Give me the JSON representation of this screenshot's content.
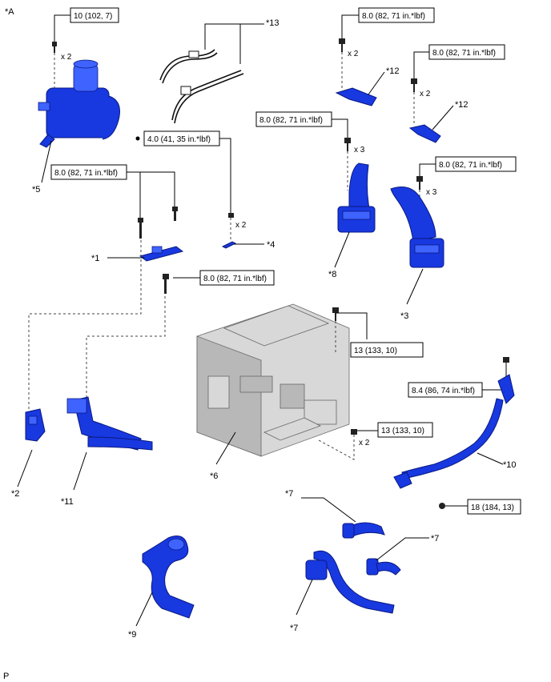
{
  "corner_label": "*A",
  "footer_label": "P",
  "torques": {
    "t1": "10 (102, 7)",
    "t2": "8.0 (82, 71 in.*lbf)",
    "t3": "8.0 (82, 71 in.*lbf)",
    "t4": "8.0 (82, 71 in.*lbf)",
    "t5": "4.0 (41, 35 in.*lbf)",
    "t6": "8.0 (82, 71 in.*lbf)",
    "t7": "8.0 (82, 71 in.*lbf)",
    "t8": "8.0 (82, 71 in.*lbf)",
    "t9": "13 (133, 10)",
    "t10": "8.4 (86, 74 in.*lbf)",
    "t11": "13 (133, 10)",
    "t12": "18 (184, 13)"
  },
  "quantities": {
    "q1": "x 2",
    "q2": "x 2",
    "q3": "x 2",
    "q4": "x 3",
    "q5": "x 3",
    "q6": "x 2",
    "q7": "x 2"
  },
  "callouts": {
    "c1": "*1",
    "c2": "*2",
    "c3": "*3",
    "c4": "*4",
    "c5": "*5",
    "c6": "*6",
    "c7a": "*7",
    "c7b": "*7",
    "c7c": "*7",
    "c8": "*8",
    "c9": "*9",
    "c10": "*10",
    "c11": "*11",
    "c12a": "*12",
    "c12b": "*12",
    "c13": "*13"
  },
  "colors": {
    "part_blue": "#1838e0",
    "part_outline": "#0a1a80",
    "inverter_gray": "#d8d8d8"
  }
}
